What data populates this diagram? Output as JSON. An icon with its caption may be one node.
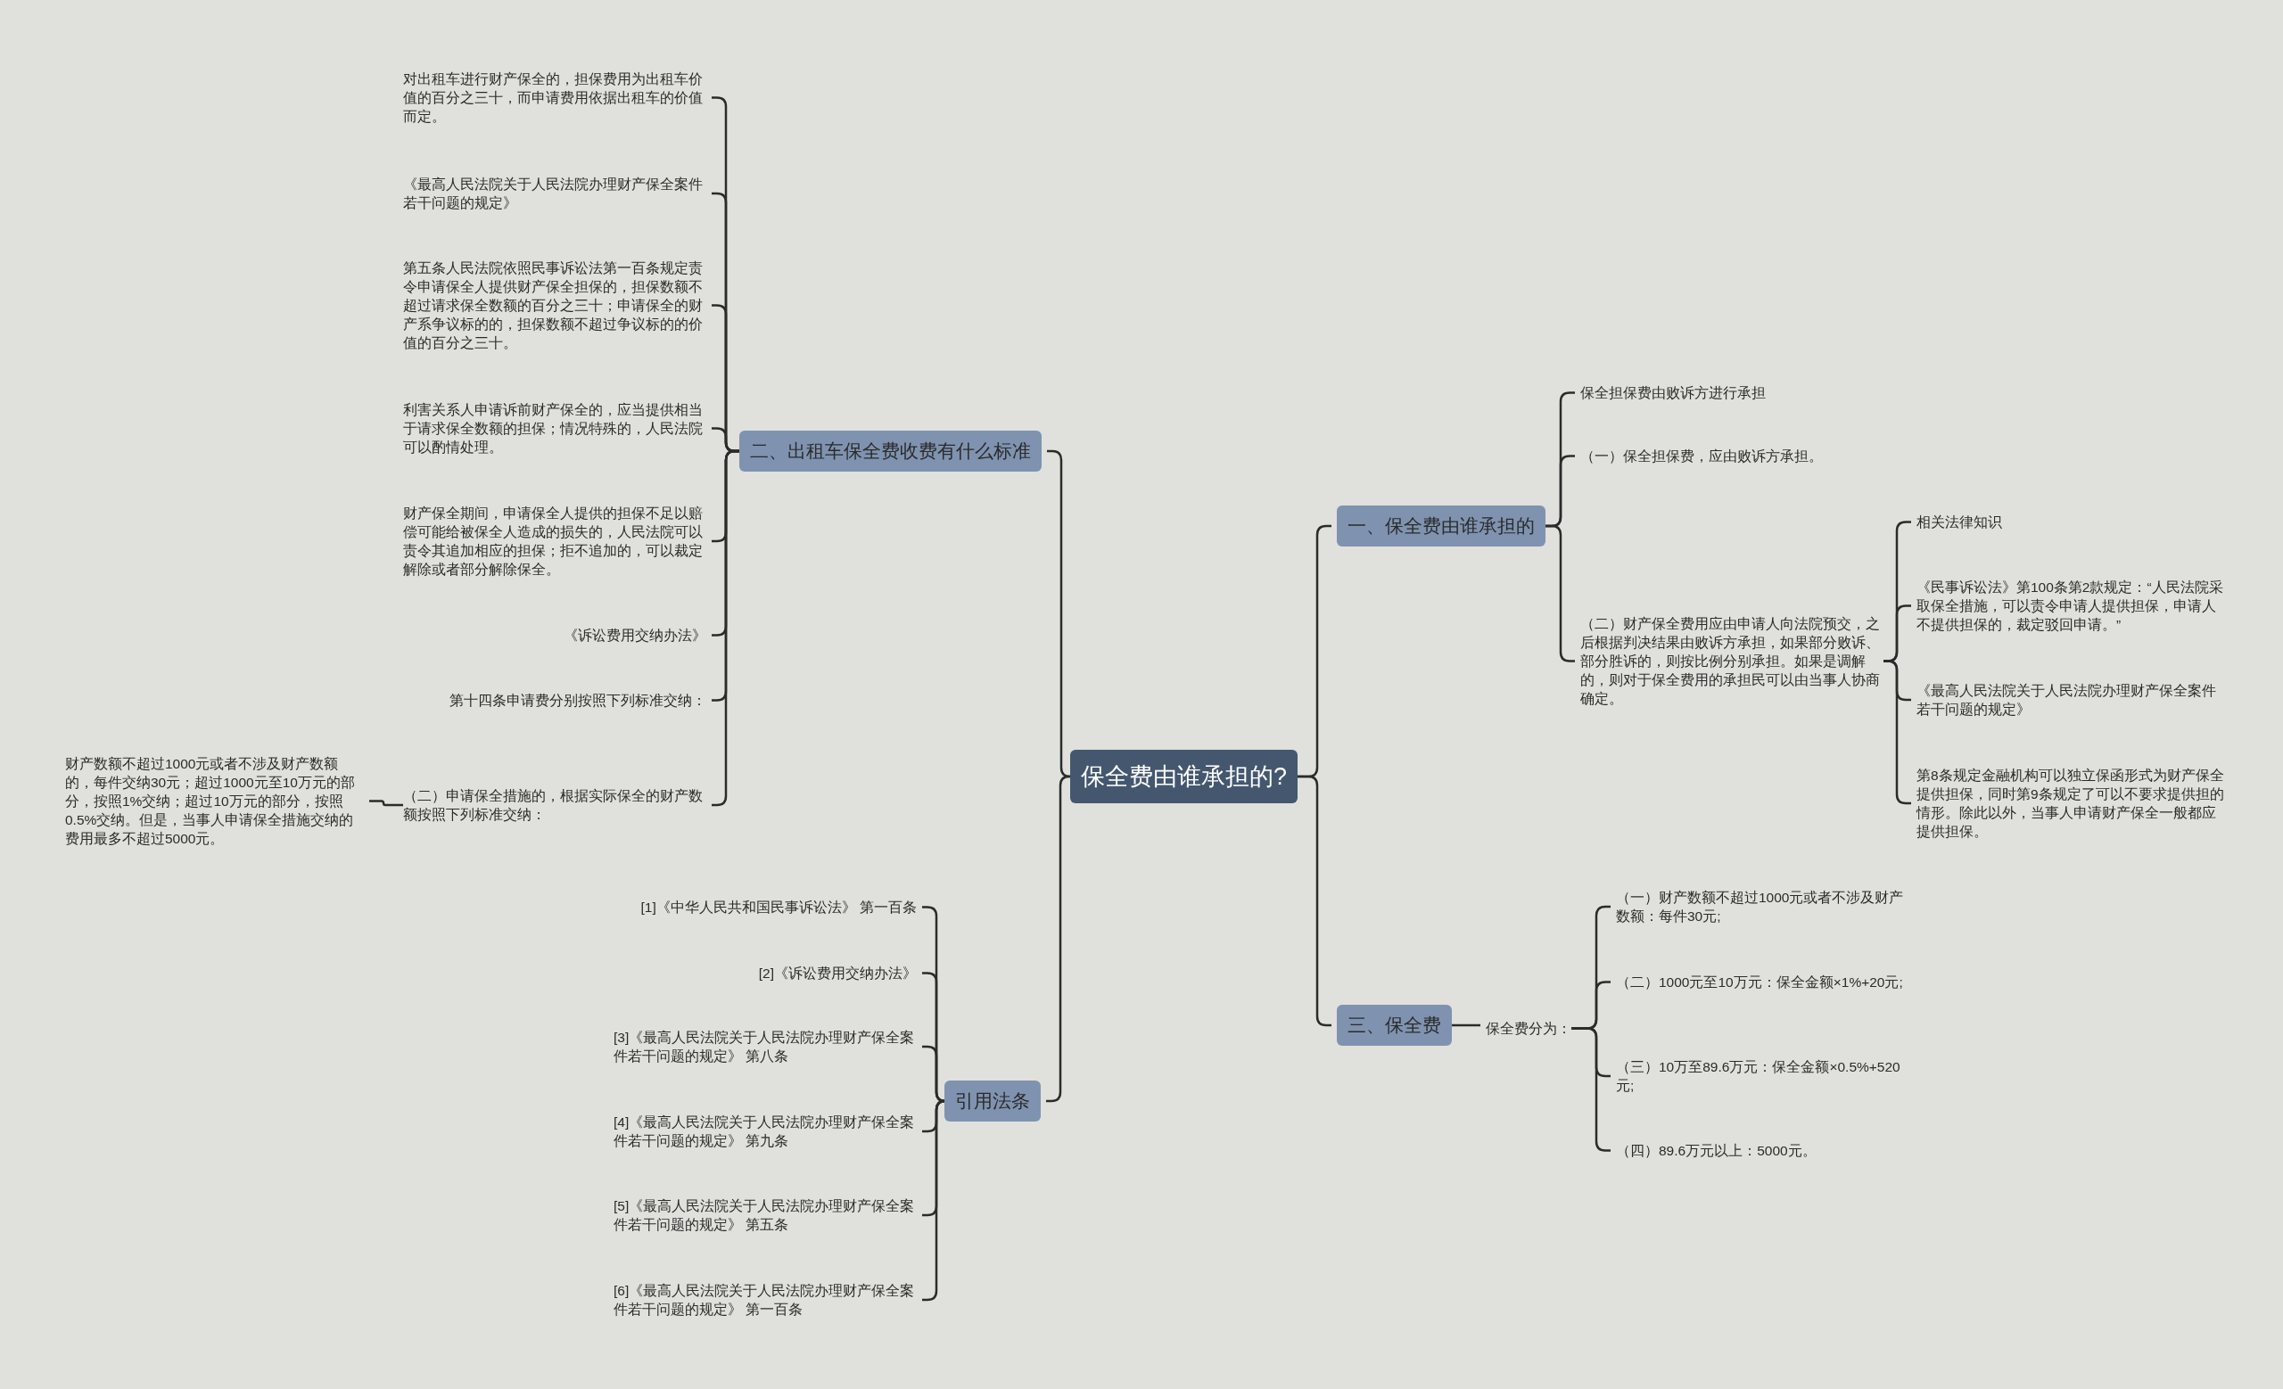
{
  "diagram": {
    "nodes": [
      {
        "text": [
          "保全费由谁承担的?"
        ]
      },
      {
        "text": [
          "二、出租车保全费收费有什么标准"
        ]
      },
      {
        "text": [
          "对出租车进行财产保全的，担保费用为出租车价值的百分之三十，而申请费用依据出租车的价值而定。"
        ]
      },
      {
        "text": [
          "《最高人民法院关于人民法院办理财产保全案件若干问题的规定》"
        ]
      },
      {
        "text": [
          "第五条人民法院依照民事诉讼法第一百条规定责令申请保全人提供财产保全担保的，担保数额不超过请求保全数额的百分之三十；申请保全的财产系争议标的的，担保数额不超过争议标的的价值的百分之三十。"
        ]
      },
      {
        "text": [
          "利害关系人申请诉前财产保全的，应当提供相当于请求保全数额的担保；情况特殊的，人民法院可以酌情处理。"
        ]
      },
      {
        "text": [
          "财产保全期间，申请保全人提供的担保不足以赔偿可能给被保全人造成的损失的，人民法院可以责令其追加相应的担保；拒不追加的，可以裁定解除或者部分解除保全。"
        ]
      },
      {
        "text": [
          "《诉讼费用交纳办法》"
        ]
      },
      {
        "text": [
          "第十四条申请费分别按照下列标准交纳："
        ]
      },
      {
        "text": [
          "（二）申请保全措施的，根据实际保全的财产数额按照下列标准交纳："
        ]
      },
      {
        "text": [
          "财产数额不超过1000元或者不涉及财产数额的，每件交纳30元；超过1000元至10万元的部分，按照1%交纳；超过10万元的部分，按照0.5%交纳。但是，当事人申请保全措施交纳的费用最多不超过5000元。"
        ]
      },
      {
        "text": [
          "引用法条"
        ]
      },
      {
        "text": [
          "[1]《中华人民共和国民事诉讼法》 第一百条"
        ]
      },
      {
        "text": [
          "[2]《诉讼费用交纳办法》"
        ]
      },
      {
        "text": [
          "[3]《最高人民法院关于人民法院办理财产保全案件若干问题的规定》 第八条"
        ]
      },
      {
        "text": [
          "[4]《最高人民法院关于人民法院办理财产保全案件若干问题的规定》 第九条"
        ]
      },
      {
        "text": [
          "[5]《最高人民法院关于人民法院办理财产保全案件若干问题的规定》 第五条"
        ]
      },
      {
        "text": [
          "[6]《最高人民法院关于人民法院办理财产保全案件若干问题的规定》 第一百条"
        ]
      },
      {
        "text": [
          "一、保全费由谁承担的"
        ]
      },
      {
        "text": [
          "保全担保费由败诉方进行承担"
        ]
      },
      {
        "text": [
          "（一）保全担保费，应由败诉方承担。"
        ]
      },
      {
        "text": [
          "（二）财产保全费用应由申请人向法院预交，之后根据判决结果由败诉方承担，如果部分败诉、部分胜诉的，则按比例分别承担。如果是调解的，则对于保全费用的承担民可以由当事人协商确定。"
        ]
      },
      {
        "text": [
          "相关法律知识"
        ]
      },
      {
        "text": [
          "《民事诉讼法》第100条第2款规定：“人民法院采取保全措施，可以责令申请人提供担保，申请人不提供担保的，裁定驳回申请。”"
        ]
      },
      {
        "text": [
          "《最高人民法院关于人民法院办理财产保全案件若干问题的规定》"
        ]
      },
      {
        "text": [
          "第8条规定金融机构可以独立保函形式为财产保全提供担保，同时第9条规定了可以不要求提供担的情形。除此以外，当事人申请财产保全一般都应提供担保。"
        ]
      },
      {
        "text": [
          "三、保全费"
        ]
      },
      {
        "text": [
          "保全费分为："
        ]
      },
      {
        "text": [
          "（一）财产数额不超过1000元或者不涉及财产数额：每件30元;"
        ]
      },
      {
        "text": [
          "（二）1000元至10万元：保全金额×1%+20元;"
        ]
      },
      {
        "text": [
          "（三）10万至89.6万元：保全金额×0.5%+520元;"
        ]
      },
      {
        "text": [
          "（四）89.6万元以上：5000元。"
        ]
      }
    ],
    "edges": [
      {
        "from": 0,
        "to": 1,
        "arrow": "none"
      },
      {
        "from": 0,
        "to": 11,
        "arrow": "none"
      },
      {
        "from": 0,
        "to": 18,
        "arrow": "none"
      },
      {
        "from": 0,
        "to": 26,
        "arrow": "none"
      },
      {
        "from": 1,
        "to": 2,
        "arrow": "none"
      },
      {
        "from": 1,
        "to": 3,
        "arrow": "none"
      },
      {
        "from": 1,
        "to": 4,
        "arrow": "none"
      },
      {
        "from": 1,
        "to": 5,
        "arrow": "none"
      },
      {
        "from": 1,
        "to": 6,
        "arrow": "none"
      },
      {
        "from": 1,
        "to": 7,
        "arrow": "none"
      },
      {
        "from": 1,
        "to": 8,
        "arrow": "none"
      },
      {
        "from": 1,
        "to": 9,
        "arrow": "none"
      },
      {
        "from": 9,
        "to": 10,
        "arrow": "none"
      },
      {
        "from": 11,
        "to": 12,
        "arrow": "none"
      },
      {
        "from": 11,
        "to": 13,
        "arrow": "none"
      },
      {
        "from": 11,
        "to": 14,
        "arrow": "none"
      },
      {
        "from": 11,
        "to": 15,
        "arrow": "none"
      },
      {
        "from": 11,
        "to": 16,
        "arrow": "none"
      },
      {
        "from": 11,
        "to": 17,
        "arrow": "none"
      },
      {
        "from": 18,
        "to": 19,
        "arrow": "none"
      },
      {
        "from": 18,
        "to": 20,
        "arrow": "none"
      },
      {
        "from": 18,
        "to": 21,
        "arrow": "none"
      },
      {
        "from": 21,
        "to": 22,
        "arrow": "none"
      },
      {
        "from": 21,
        "to": 23,
        "arrow": "none"
      },
      {
        "from": 21,
        "to": 24,
        "arrow": "none"
      },
      {
        "from": 21,
        "to": 25,
        "arrow": "none"
      },
      {
        "from": 26,
        "to": 27,
        "arrow": "none"
      },
      {
        "from": 27,
        "to": 28,
        "arrow": "none"
      },
      {
        "from": 27,
        "to": 29,
        "arrow": "none"
      },
      {
        "from": 27,
        "to": 30,
        "arrow": "none"
      },
      {
        "from": 27,
        "to": 31,
        "arrow": "none"
      }
    ]
  }
}
